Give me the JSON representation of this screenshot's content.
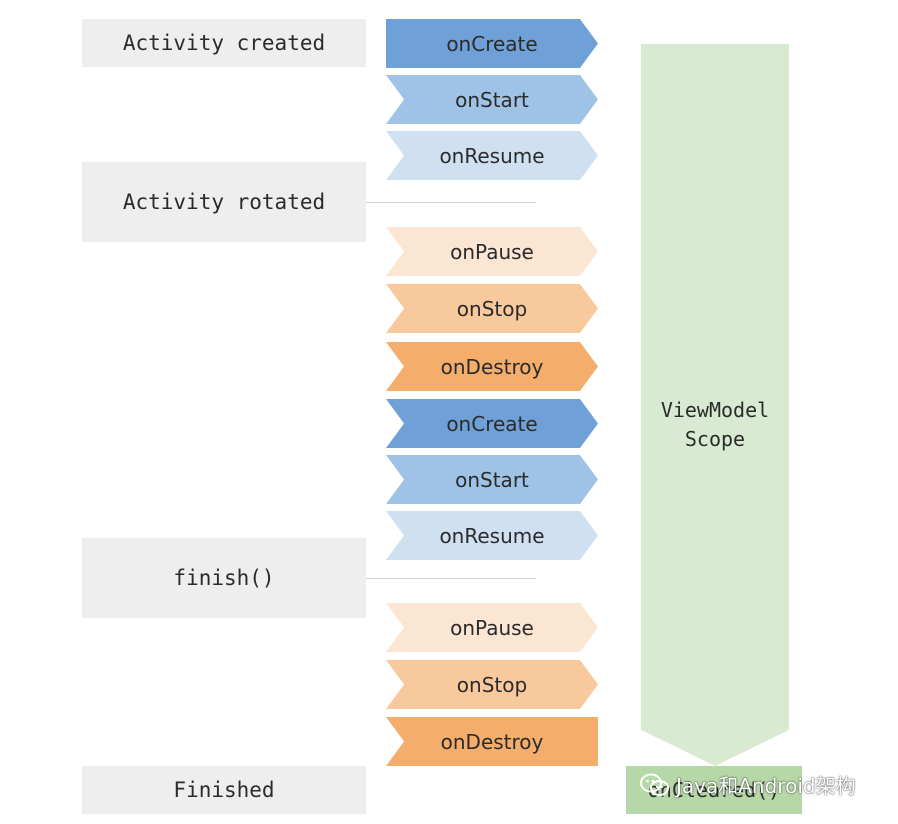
{
  "states": [
    {
      "id": "activity-created",
      "label": "Activity created"
    },
    {
      "id": "activity-rotated",
      "label": "Activity rotated"
    },
    {
      "id": "finish",
      "label": "finish()"
    },
    {
      "id": "finished",
      "label": "Finished"
    }
  ],
  "lifecycle": [
    {
      "label": "onCreate",
      "color": "#6fa0d8"
    },
    {
      "label": "onStart",
      "color": "#9fc3e7"
    },
    {
      "label": "onResume",
      "color": "#cfe0f1"
    },
    {
      "label": "onPause",
      "color": "#fbe5d3"
    },
    {
      "label": "onStop",
      "color": "#f8c99c"
    },
    {
      "label": "onDestroy",
      "color": "#f4ad6b"
    },
    {
      "label": "onCreate",
      "color": "#6fa0d8"
    },
    {
      "label": "onStart",
      "color": "#9fc3e7"
    },
    {
      "label": "onResume",
      "color": "#cfe0f1"
    },
    {
      "label": "onPause",
      "color": "#fbe5d3"
    },
    {
      "label": "onStop",
      "color": "#f8c99c"
    },
    {
      "label": "onDestroy",
      "color": "#f4ad6b"
    }
  ],
  "scope": {
    "line1": "ViewModel",
    "line2": "Scope",
    "color": "#d9ead3"
  },
  "cleared": {
    "label": "onCleared()",
    "color": "#b6d7a8"
  },
  "watermark": {
    "text": "Java和Android架构"
  }
}
